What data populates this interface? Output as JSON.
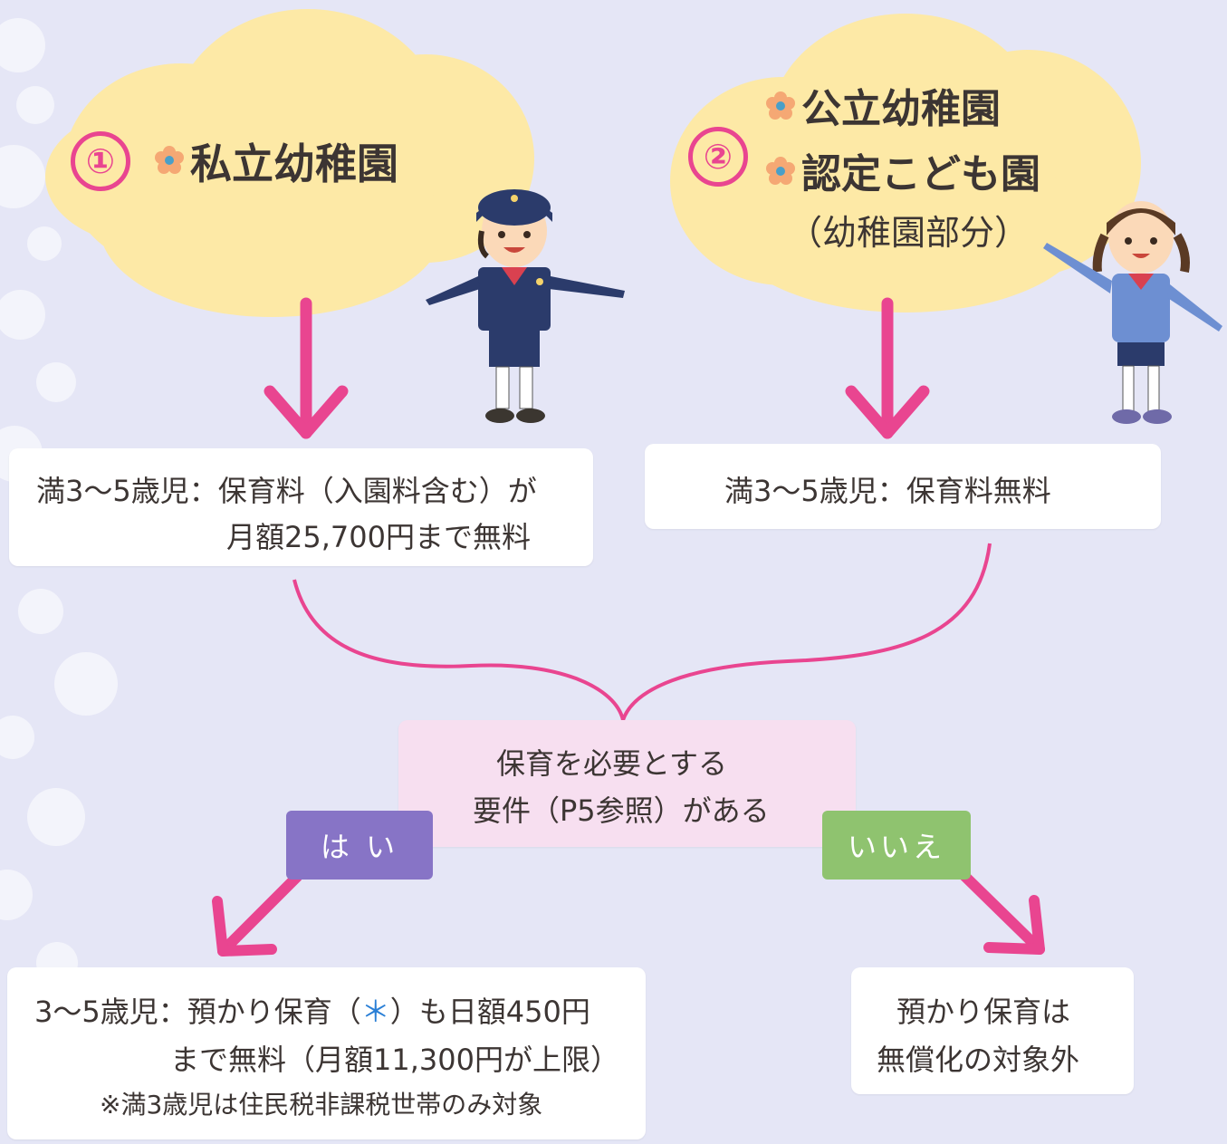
{
  "colors": {
    "background": "#e5e6f6",
    "cloud": "#fde9a6",
    "arrow": "#e94590",
    "text": "#3c3533",
    "box_pink": "#f7dff0",
    "tag_yes": "#8774c6",
    "tag_no": "#8fc36f",
    "asterisk": "#2a7fd6"
  },
  "left_cloud": {
    "number": "①",
    "title": "私立幼稚園",
    "icon": "flower-icon"
  },
  "right_cloud": {
    "number": "②",
    "title_line1": "公立幼稚園",
    "title_line2": "認定こども園",
    "title_line3": "（幼稚園部分）",
    "icon": "flower-icon"
  },
  "left_result": {
    "line1": "満3〜5歳児：保育料（入園料含む）が",
    "line2": "月額25,700円まで無料"
  },
  "right_result": {
    "line1": "満3〜5歳児：保育料無料"
  },
  "question": {
    "line1": "保育を必要とする",
    "line2": "要件（P5参照）がある"
  },
  "yes_tag": "は い",
  "no_tag": "いいえ",
  "yes_result": {
    "line1_pre": "3〜5歳児：預かり保育（",
    "line1_ast": "＊",
    "line1_post": "）も日額450円",
    "line2": "まで無料（月額11,300円が上限）",
    "note": "※満3歳児は住民税非課税世帯のみ対象"
  },
  "no_result": {
    "line1": "預かり保育は",
    "line2": "無償化の対象外"
  }
}
